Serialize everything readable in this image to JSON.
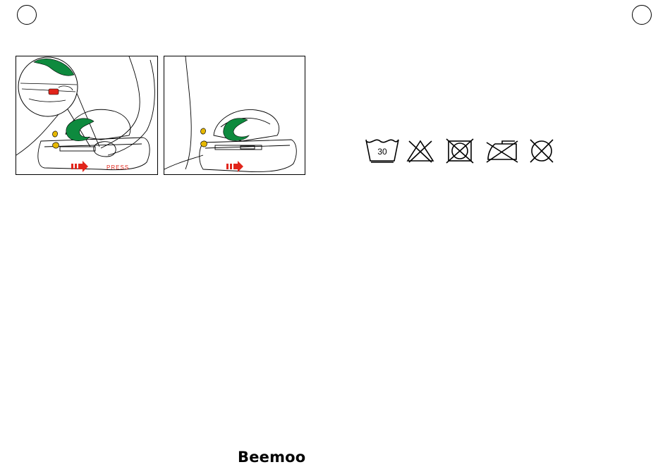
{
  "page": {
    "left_marker": "",
    "right_marker": ""
  },
  "figures": {
    "left_panel": {
      "press_label": "PRESS",
      "arrow_icon": "red-arrow-icon"
    },
    "right_panel": {
      "arrow_icon": "red-arrow-icon"
    }
  },
  "care_symbols": {
    "wash_temperature": "30",
    "icons": [
      "wash-30-icon",
      "no-bleach-icon",
      "no-tumble-dry-icon",
      "no-iron-icon",
      "no-dry-clean-icon"
    ]
  },
  "colors": {
    "accent_green": "#0e8a3e",
    "press_red": "#e1251b"
  },
  "footer": {
    "brand": "Beemoo"
  }
}
